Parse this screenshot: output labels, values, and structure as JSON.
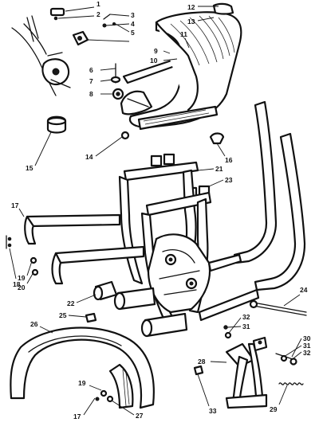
{
  "diagram": {
    "callouts": [
      {
        "id": "c1",
        "text": "1"
      },
      {
        "id": "c2",
        "text": "2"
      },
      {
        "id": "c3",
        "text": "3"
      },
      {
        "id": "c4",
        "text": "4"
      },
      {
        "id": "c5",
        "text": "5"
      },
      {
        "id": "c6",
        "text": "6"
      },
      {
        "id": "c7",
        "text": "7"
      },
      {
        "id": "c8",
        "text": "8"
      },
      {
        "id": "c9",
        "text": "9"
      },
      {
        "id": "c10",
        "text": "10"
      },
      {
        "id": "c11",
        "text": "11"
      },
      {
        "id": "c12",
        "text": "12"
      },
      {
        "id": "c13",
        "text": "13"
      },
      {
        "id": "c14",
        "text": "14"
      },
      {
        "id": "c15",
        "text": "15"
      },
      {
        "id": "c16",
        "text": "16"
      },
      {
        "id": "c17a",
        "text": "17"
      },
      {
        "id": "c18",
        "text": "18"
      },
      {
        "id": "c19a",
        "text": "19"
      },
      {
        "id": "c20",
        "text": "20"
      },
      {
        "id": "c21",
        "text": "21"
      },
      {
        "id": "c22",
        "text": "22"
      },
      {
        "id": "c23",
        "text": "23"
      },
      {
        "id": "c24",
        "text": "24"
      },
      {
        "id": "c25",
        "text": "25"
      },
      {
        "id": "c26",
        "text": "26"
      },
      {
        "id": "c27",
        "text": "27"
      },
      {
        "id": "c28",
        "text": "28"
      },
      {
        "id": "c29",
        "text": "29"
      },
      {
        "id": "c30",
        "text": "30"
      },
      {
        "id": "c31a",
        "text": "31"
      },
      {
        "id": "c31b",
        "text": "31"
      },
      {
        "id": "c32a",
        "text": "32"
      },
      {
        "id": "c32b",
        "text": "32"
      },
      {
        "id": "c33",
        "text": "33"
      },
      {
        "id": "c19b",
        "text": "19"
      },
      {
        "id": "c17b",
        "text": "17"
      }
    ]
  }
}
